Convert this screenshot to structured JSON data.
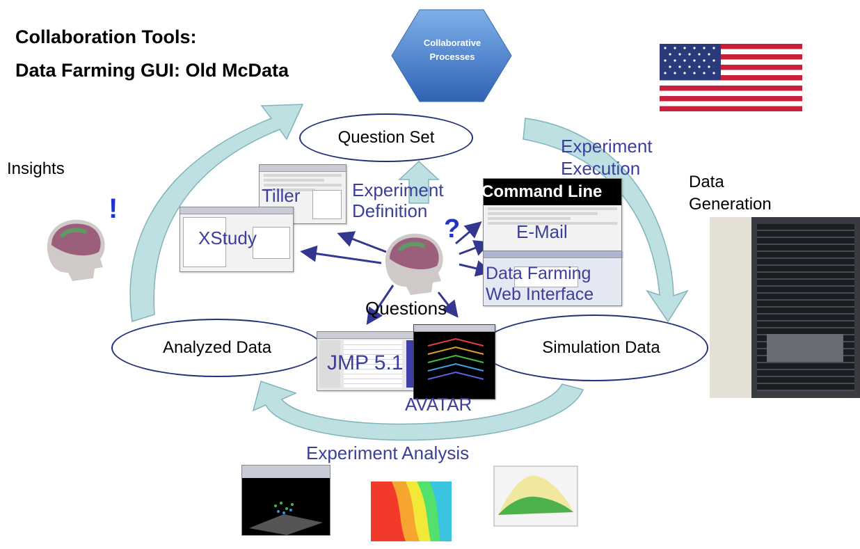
{
  "title": {
    "line1": "Collaboration Tools:",
    "line2": "Data Farming GUI: Old McData"
  },
  "hexagon": {
    "line1": "Collaborative",
    "line2": "Processes"
  },
  "nodes": {
    "question_set": "Question Set",
    "analyzed_data": "Analyzed Data",
    "simulation_data": "Simulation Data"
  },
  "labels": {
    "insights": "Insights",
    "exclamation": "!",
    "question_mark": "?",
    "questions": "Questions",
    "experiment_definition_1": "Experiment",
    "experiment_definition_2": "Definition",
    "experiment_execution_1": "Experiment",
    "experiment_execution_2": "Execution",
    "data_generation_1": "Data",
    "data_generation_2": "Generation",
    "experiment_analysis": "Experiment Analysis"
  },
  "tools": {
    "tiller": "Tiller",
    "xstudy": "XStudy",
    "command_line": "Command Line",
    "email": "E-Mail",
    "web_interface_1": "Data Farming",
    "web_interface_2": "Web Interface",
    "jmp": "JMP 5.1",
    "avatar": "AVATAR"
  },
  "colors": {
    "node_border": "#23307a",
    "label_blue": "#3b3f9a",
    "cycle_arrow_fill": "#bfe0e3",
    "cycle_arrow_stroke": "#7fb4bb",
    "pointer_arrow": "#33378f",
    "hexagon": "#4f86cf"
  }
}
